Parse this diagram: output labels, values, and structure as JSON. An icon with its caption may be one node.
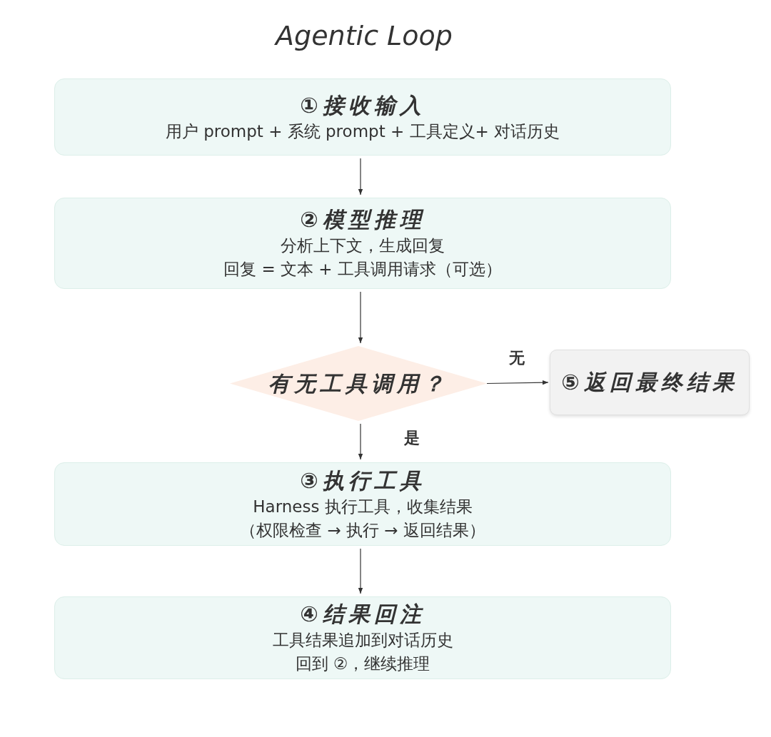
{
  "diagram": {
    "title": "Agentic Loop",
    "nodes": [
      {
        "text": [
          "①接收输入",
          "用户 prompt + 系统 prompt + 工具定义+ 对话历史"
        ]
      },
      {
        "text": [
          "②模型推理",
          "分析上下文，生成回复",
          "回复 = 文本 + 工具调用请求（可选）"
        ]
      },
      {
        "text": [
          "有无工具调用？"
        ]
      },
      {
        "text": [
          "⑤返回最终结果"
        ]
      },
      {
        "text": [
          "③执行工具",
          "Harness 执行工具，收集结果",
          "（权限检查 → 执行 → 返回结果）"
        ]
      },
      {
        "text": [
          "④结果回注",
          "工具结果追加到对话历史",
          "回到 ②，继续推理"
        ]
      }
    ],
    "edges": [
      {
        "from": 0,
        "to": 1,
        "arrow": "to"
      },
      {
        "from": 1,
        "to": 2,
        "arrow": "to"
      },
      {
        "from": 2,
        "to": 3,
        "arrow": "to",
        "label": "无"
      },
      {
        "from": 2,
        "to": 4,
        "arrow": "to",
        "label": "是"
      },
      {
        "from": 4,
        "to": 5,
        "arrow": "to"
      }
    ]
  }
}
